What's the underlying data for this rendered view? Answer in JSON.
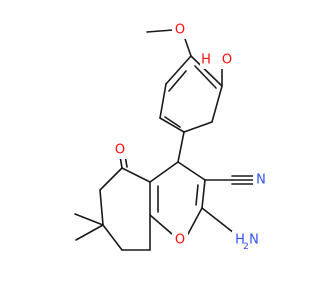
{
  "molecule": {
    "atoms": {
      "methoxy_o": {
        "text": "O",
        "color": "#ff0d0d"
      },
      "hydroxy_h": {
        "text": "H",
        "color": "#ff0d0d"
      },
      "hydroxy_o": {
        "text": "O",
        "color": "#ff0d0d"
      },
      "ketone_o": {
        "text": "O",
        "color": "#ff0d0d"
      },
      "nitrile_n": {
        "text": "N",
        "color": "#3050f8"
      },
      "ring_o": {
        "text": "O",
        "color": "#ff0d0d"
      },
      "amine_h2": {
        "text": "H",
        "color": "#3050f8"
      },
      "amine_n": {
        "text": "N",
        "color": "#3050f8"
      },
      "amine_sub2": {
        "text": "2",
        "color": "#3050f8"
      }
    },
    "bond_color": "#1a1a1a"
  }
}
